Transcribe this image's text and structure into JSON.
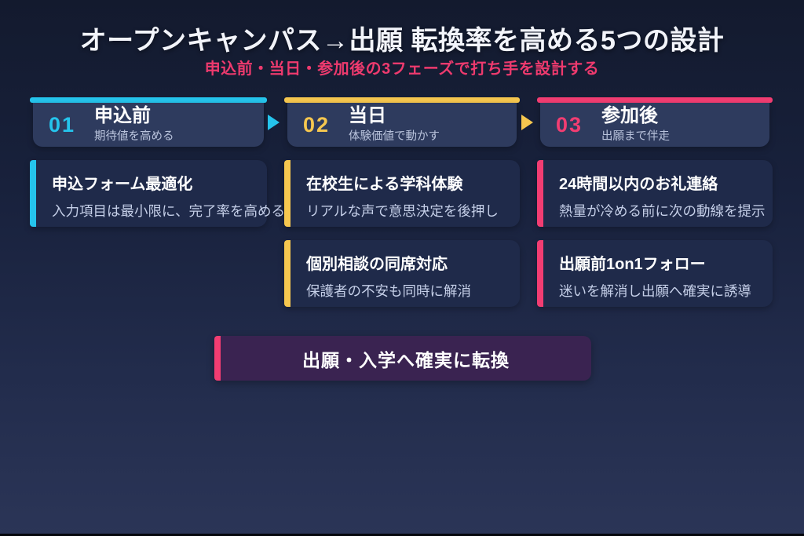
{
  "header": {
    "title": "オープンキャンパス→出願 転換率を高める5つの設計",
    "subtitle": "申込前・当日・参加後の3フェーズで打ち手を設計する"
  },
  "phases": [
    {
      "number": "01",
      "name": "申込前",
      "tagline": "期待値を高める",
      "accent_color": "#25c4ec",
      "cards": [
        {
          "title": "申込フォーム最適化",
          "desc": "入力項目は最小限に、完了率を高める"
        }
      ]
    },
    {
      "number": "02",
      "name": "当日",
      "tagline": "体験価値で動かす",
      "accent_color": "#f6c74f",
      "cards": [
        {
          "title": "在校生による学科体験",
          "desc": "リアルな声で意思決定を後押し"
        },
        {
          "title": "個別相談の同席対応",
          "desc": "保護者の不安も同時に解消"
        }
      ]
    },
    {
      "number": "03",
      "name": "参加後",
      "tagline": "出願まで伴走",
      "accent_color": "#f23d72",
      "cards": [
        {
          "title": "24時間以内のお礼連絡",
          "desc": "熱量が冷める前に次の動線を提示"
        },
        {
          "title": "出願前1on1フォロー",
          "desc": "迷いを解消し出願へ確実に誘導"
        }
      ]
    }
  ],
  "conclusion": {
    "label": "出願・入学へ確実に転換"
  },
  "colors": {
    "background_top": "#131a2e",
    "background_bottom": "#2b3557",
    "accent_cyan": "#25c4ec",
    "accent_yellow": "#f6c74f",
    "accent_pink": "#f23d72",
    "subtitle_pink": "#ee3a6e",
    "phase_card_bg": "#2e3b5e",
    "strategy_card_bg": "#1f2a4a",
    "conclusion_bg": "#3a2351"
  }
}
